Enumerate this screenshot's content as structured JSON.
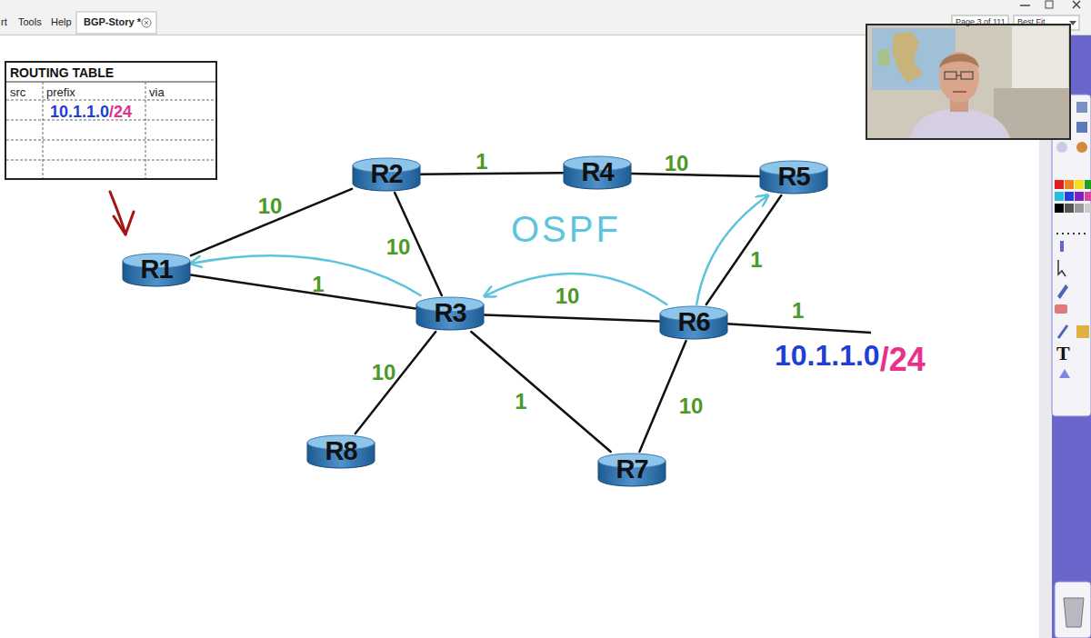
{
  "diagram": {
    "nodes": [
      {
        "text": [
          "ROUTING TABLE",
          "src",
          "prefix",
          "via",
          "10.1.1.0",
          "/24"
        ]
      },
      {
        "text": [
          "R2"
        ]
      },
      {
        "text": [
          "R4"
        ]
      },
      {
        "text": [
          "R5"
        ]
      },
      {
        "text": [
          "R1"
        ]
      },
      {
        "text": [
          "R3"
        ]
      },
      {
        "text": [
          "R6"
        ]
      },
      {
        "text": [
          "R8"
        ]
      },
      {
        "text": [
          "R7"
        ]
      }
    ],
    "edges": [
      {
        "from": 4,
        "to": 1,
        "arrow": "none",
        "label": "10"
      },
      {
        "from": 4,
        "to": 5,
        "arrow": "none",
        "label": "1"
      },
      {
        "from": 1,
        "to": 5,
        "arrow": "none",
        "label": "10"
      },
      {
        "from": 1,
        "to": 2,
        "arrow": "none",
        "label": "1"
      },
      {
        "from": 2,
        "to": 3,
        "arrow": "none",
        "label": "10"
      },
      {
        "from": 5,
        "to": 6,
        "arrow": "none",
        "label": "10"
      },
      {
        "from": 6,
        "to": 3,
        "arrow": "none",
        "label": "1"
      },
      {
        "from": 5,
        "to": 7,
        "arrow": "none",
        "label": "10"
      },
      {
        "from": 5,
        "to": 8,
        "arrow": "none",
        "label": "1"
      },
      {
        "from": 6,
        "to": 8,
        "arrow": "none",
        "label": "10"
      },
      {
        "from": 6,
        "to": 5,
        "arrow": "to"
      },
      {
        "from": 5,
        "to": 4,
        "arrow": "to"
      },
      {
        "from": 6,
        "to": 3,
        "arrow": "to"
      }
    ],
    "labels": [
      "rt",
      "Tools",
      "Help",
      "BGP-Story *",
      "Page 3 of 111",
      "Best Fit",
      "OSPF",
      "1",
      "10.1.1.0",
      "/24",
      "T"
    ]
  }
}
